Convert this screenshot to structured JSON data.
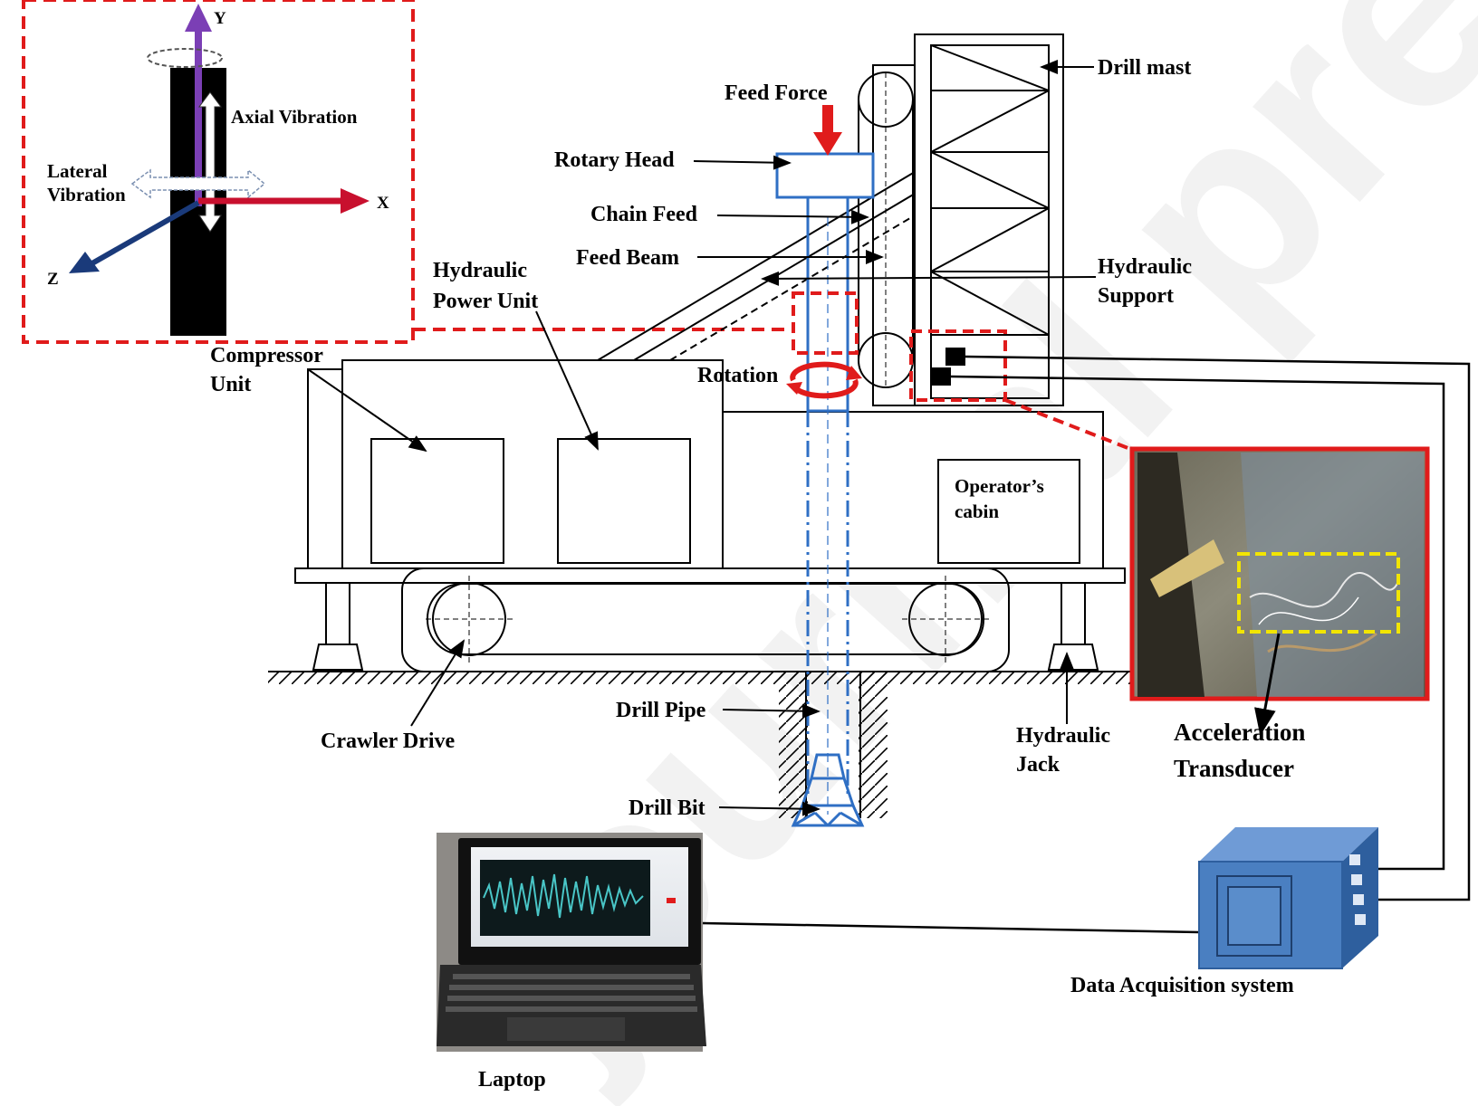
{
  "axes_inset": {
    "y_axis": "Y",
    "x_axis": "X",
    "z_axis": "Z",
    "axial_vibration": "Axial Vibration",
    "lateral_line1": "Lateral",
    "lateral_line2": "Vibration"
  },
  "labels": {
    "drill_mast": "Drill mast",
    "feed_force": "Feed Force",
    "rotary_head": "Rotary Head",
    "chain_feed": "Chain Feed",
    "feed_beam": "Feed Beam",
    "hydraulic_support_1": "Hydraulic",
    "hydraulic_support_2": "Support",
    "hydraulic_power_1": "Hydraulic",
    "hydraulic_power_2": "Power Unit",
    "compressor_1": "Compressor",
    "compressor_2": "Unit",
    "rotation": "Rotation",
    "operator_1": "Operator’s",
    "operator_2": "cabin",
    "crawler_drive": "Crawler Drive",
    "drill_pipe": "Drill Pipe",
    "drill_bit": "Drill Bit",
    "hydraulic_jack_1": "Hydraulic",
    "hydraulic_jack_2": "Jack",
    "accel_1": "Acceleration",
    "accel_2": "Transducer",
    "daq": "Data Acquisition system",
    "laptop": "Laptop"
  },
  "colors": {
    "pipe_blue": "#2f6fc4",
    "highlight_red": "#e01b1b",
    "inset_yellow": "#f2e500",
    "daq_blue": "#4a7fc1",
    "axis_purple": "#7b3fb5",
    "axis_red": "#c8102e",
    "axis_navy": "#1a3a7a"
  }
}
